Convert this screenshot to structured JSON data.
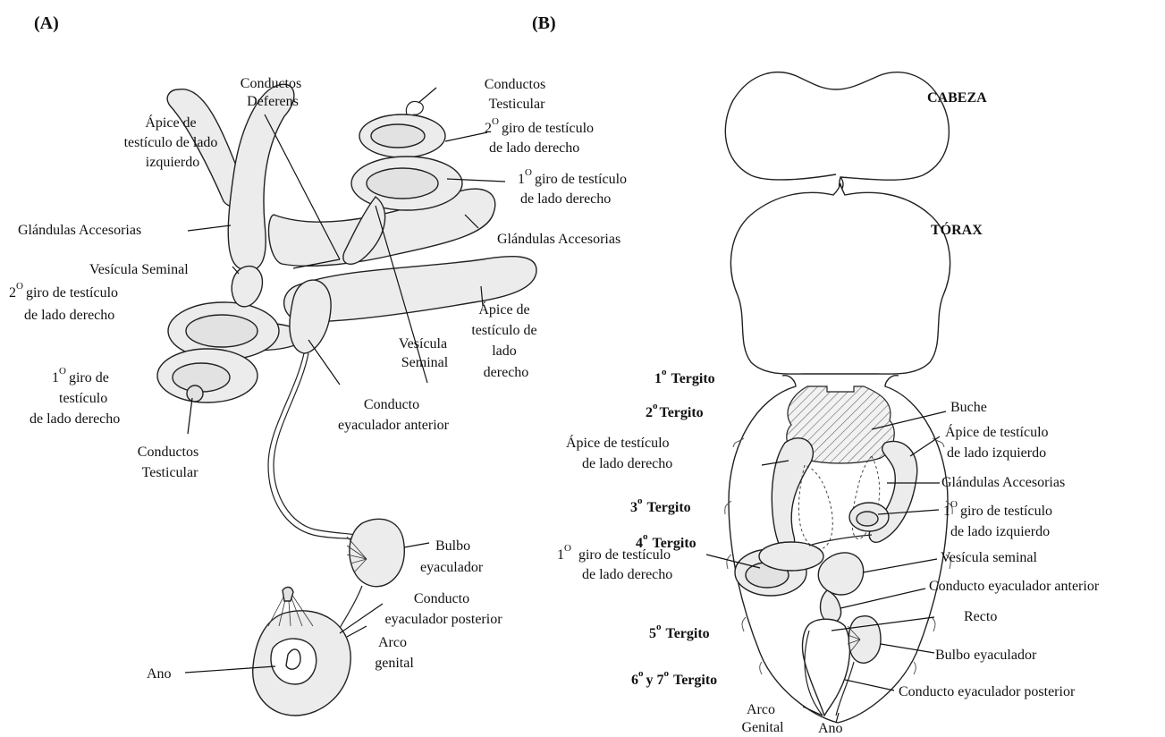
{
  "panel_a": {
    "letter": "(A)",
    "labels": {
      "conductos_deferens_1": "Conductos",
      "conductos_deferens_2": "Deferens",
      "conductos_testicular_top_1": "Conductos",
      "conductos_testicular_top_2": "Testicular",
      "apice_izq_1": "Ápice de",
      "apice_izq_2": "testículo de lado",
      "apice_izq_3": "izquierdo",
      "giro2_der_top_1": "2",
      "giro2_der_top_sup": "O",
      "giro2_der_top_2": "giro de testículo",
      "giro2_der_top_3": "de lado derecho",
      "giro1_der_top_1": "1",
      "giro1_der_top_sup": "O",
      "giro1_der_top_2": "giro de testículo",
      "giro1_der_top_3": "de lado derecho",
      "glandulas_left": "Glándulas Accesorias",
      "glandulas_right": "Glándulas Accesorias",
      "vesicula_left": "Vesícula Seminal",
      "giro2_der_left_1": "2",
      "giro2_der_left_sup": "O",
      "giro2_der_left_2": "giro de testículo",
      "giro2_der_left_3": "de lado derecho",
      "apice_der_1": "Ápice de",
      "apice_der_2": "testículo de",
      "apice_der_3": "lado",
      "apice_der_4": "derecho",
      "vesicula_center_1": "Vesícula",
      "vesicula_center_2": "Seminal",
      "giro1_der_left_1": "1",
      "giro1_der_left_sup": "O",
      "giro1_der_left_2": "giro de",
      "giro1_der_left_3": "testículo",
      "giro1_der_left_4": "de lado derecho",
      "conducto_eyac_ant_1": "Conducto",
      "conducto_eyac_ant_2": "eyaculador anterior",
      "conductos_testicular_bottom_1": "Conductos",
      "conductos_testicular_bottom_2": "Testicular",
      "bulbo_1": "Bulbo",
      "bulbo_2": "eyaculador",
      "conducto_eyac_post_1": "Conducto",
      "conducto_eyac_post_2": "eyaculador posterior",
      "arco_1": "Arco",
      "arco_2": "genital",
      "ano": "Ano"
    }
  },
  "panel_b": {
    "letter": "(B)",
    "labels": {
      "cabeza": "CABEZA",
      "torax": "TÓRAX",
      "t1_num": "1",
      "t1_sup": "o",
      "t1_word": "Tergito",
      "t2_num": "2",
      "t2_sup": "o",
      "t2_word": "Tergito",
      "t3_num": "3",
      "t3_sup": "o",
      "t3_word": "Tergito",
      "t4_num": "4",
      "t4_sup": "o",
      "t4_word": "Tergito",
      "t5_num": "5",
      "t5_sup": "o",
      "t5_word": "Tergito",
      "t67_num6": "6",
      "t67_sup6": "o",
      "t67_y": "y 7",
      "t67_sup7": "o",
      "t67_word": "Tergito",
      "buche": "Buche",
      "apice_izq_1": "Ápice de testículo",
      "apice_izq_2": "de lado izquierdo",
      "apice_der_1": "Ápice de testículo",
      "apice_der_2": "de lado derecho",
      "glandulas": "Glándulas Accesorias",
      "giro1_izq_1": "1",
      "giro1_izq_sup": "O",
      "giro1_izq_2": "giro de testículo",
      "giro1_izq_3": "de lado izquierdo",
      "giro1_der_1": "1",
      "giro1_der_sup": "O",
      "giro1_der_2": "giro de testículo",
      "giro1_der_3": "de lado derecho",
      "vesicula": "Vesícula seminal",
      "conducto_eyac_ant": "Conducto eyaculador anterior",
      "recto": "Recto",
      "bulbo": "Bulbo eyaculador",
      "conducto_eyac_post": "Conducto eyaculador posterior",
      "arco_1": "Arco",
      "arco_2": "Genital",
      "ano": "Ano"
    }
  }
}
